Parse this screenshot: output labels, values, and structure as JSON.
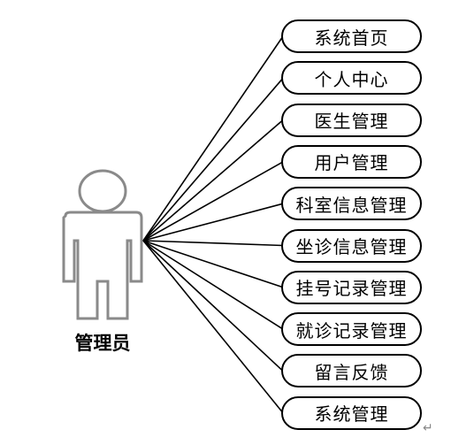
{
  "actor": {
    "label": "管理员"
  },
  "use_cases": [
    {
      "label": "系统首页"
    },
    {
      "label": "个人中心"
    },
    {
      "label": "医生管理"
    },
    {
      "label": "用户管理"
    },
    {
      "label": "科室信息管理"
    },
    {
      "label": "坐诊信息管理"
    },
    {
      "label": "挂号记录管理"
    },
    {
      "label": "就诊记录管理"
    },
    {
      "label": "留言反馈"
    },
    {
      "label": "系统管理"
    }
  ],
  "paragraph_mark": "↵"
}
